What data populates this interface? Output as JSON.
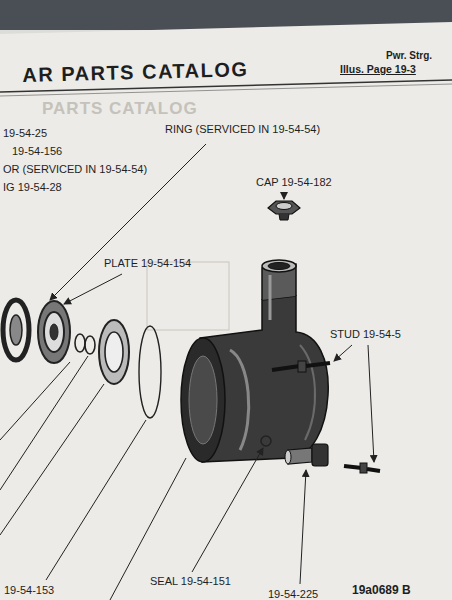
{
  "diagram": {
    "title": "AR PARTS CATALOG",
    "labels": [
      "Pwr. Strg.",
      "Illus. Page 19-3",
      "PARTS CATALOG",
      "19-54-25",
      "19-54-156",
      "OR (SERVICED IN 19-54-54)",
      "IG 19-54-28",
      "RING (SERVICED IN 19-54-54)",
      "CAP 19-54-182",
      "PLATE 19-54-154",
      "STUD 19-54-5",
      "SEAL 19-54-151",
      "19-54-153",
      "19-54-225",
      "19a0689 B"
    ]
  }
}
